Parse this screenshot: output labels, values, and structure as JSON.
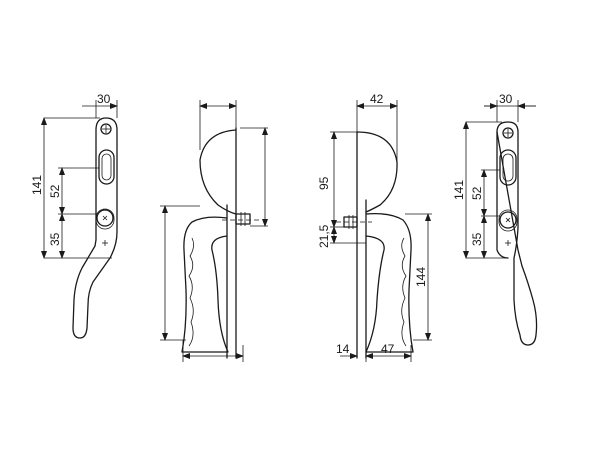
{
  "dimensions": {
    "front_left_width": "30",
    "front_left_height": "141",
    "front_left_upper": "52",
    "front_left_lower": "35",
    "side_top_width": "42",
    "side_upper": "95",
    "side_lower": "21,5",
    "side_handle_height": "144",
    "side_bottom_left": "14",
    "side_bottom_right": "47",
    "front_right_width": "30",
    "front_right_height": "141",
    "front_right_upper": "52",
    "front_right_lower": "35"
  }
}
